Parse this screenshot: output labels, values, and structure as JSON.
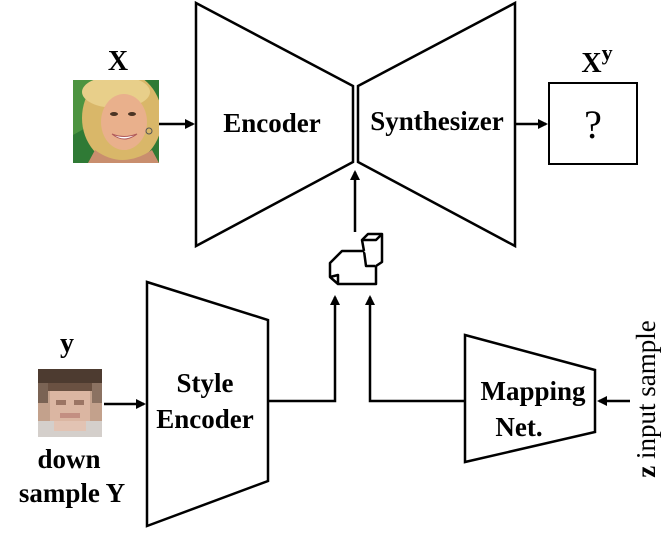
{
  "labels": {
    "x_label": "X",
    "xy_base": "X",
    "xy_sup": "y",
    "encoder": "Encoder",
    "synthesizer": "Synthesizer",
    "output_placeholder": "?",
    "y_label": "y",
    "down_line1": "down",
    "down_line2": "sample Y",
    "style_line1": "Style",
    "style_line2": "Encoder",
    "mapping_line1": "Mapping",
    "mapping_line2": "Net.",
    "z_bold": "z",
    "z_rest": " input sample"
  },
  "icons": {
    "face_photo": "blonde-woman-face-photo",
    "pixelated_face": "pixelated-face-thumbnail",
    "combiner": "seat-icon"
  },
  "colors": {
    "stroke": "#000000",
    "background": "#ffffff"
  }
}
